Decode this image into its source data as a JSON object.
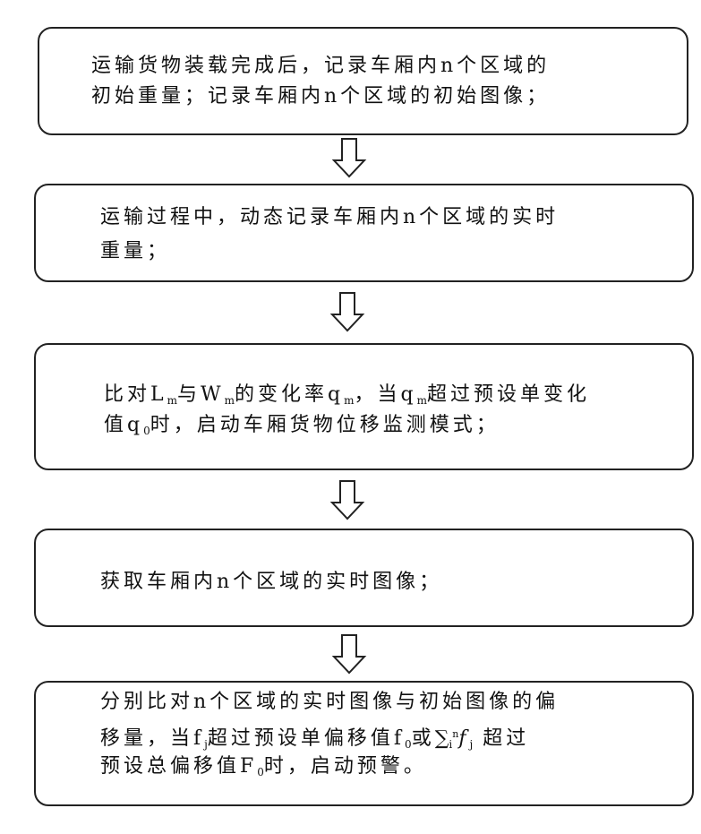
{
  "steps": [
    {
      "lines": [
        "运输货物装载完成后，记录车厢内n个区域的",
        "初始重量；记录车厢内n个区域的初始图像；"
      ]
    },
    {
      "lines": [
        "运输过程中，动态记录车厢内n个区域的实时",
        "重量；"
      ]
    },
    {
      "segments": {
        "l1a": "比对L",
        "l1b": "m",
        "l1c": "与W",
        "l1d": "m",
        "l1e": "的变化率q",
        "l1f": "m",
        "l1g": "，当q",
        "l1h": "m",
        "l1i": "超过预设单变化",
        "l2a": "值q",
        "l2b": "0",
        "l2c": "时，启动车厢货物位移监测模式；"
      }
    },
    {
      "lines": [
        "获取车厢内n个区域的实时图像；"
      ]
    },
    {
      "segments": {
        "l1": "分别比对n个区域的实时图像与初始图像的偏",
        "l2a": "移量，当f",
        "l2b": "j",
        "l2c": "超过预设单偏移值f",
        "l2d": "0",
        "l2e": "或",
        "sum": "∑",
        "sum_sub": "i",
        "sum_sup": "n",
        "f": "f",
        "f_sub": "j",
        "l2f": " 超过",
        "l3a": "预设总偏移值F",
        "l3b": "0",
        "l3c": "时，启动预警。"
      }
    }
  ]
}
